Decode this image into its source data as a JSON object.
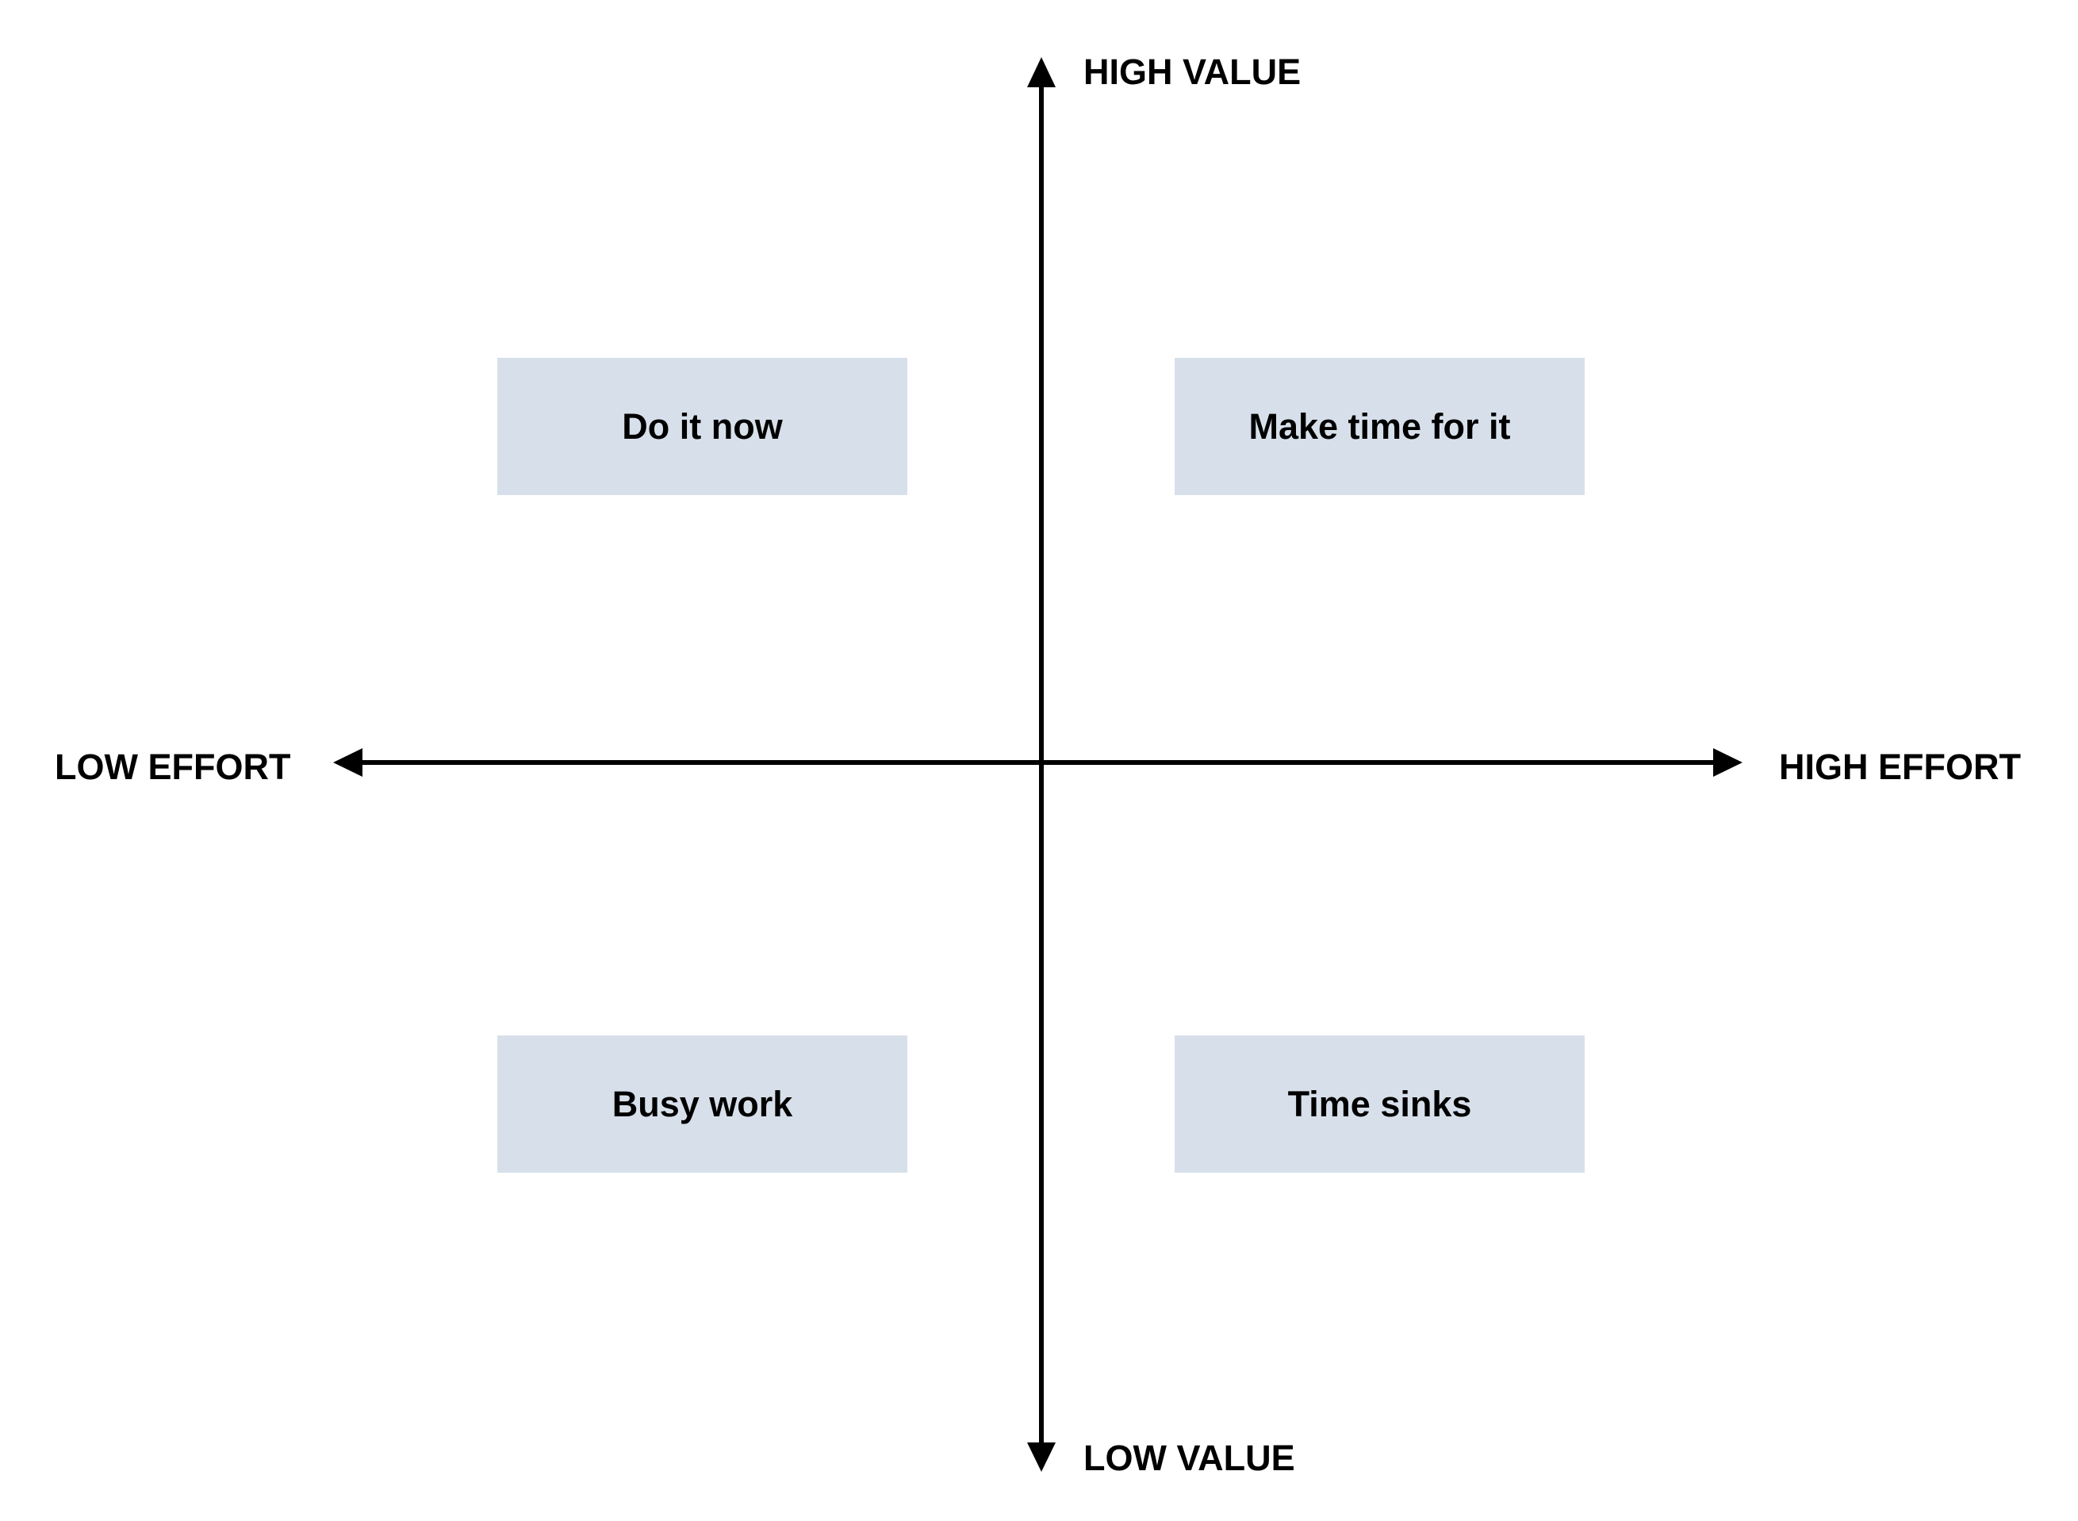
{
  "axes": {
    "top_label": "HIGH VALUE",
    "bottom_label": "LOW VALUE",
    "left_label": "LOW EFFORT",
    "right_label": "HIGH EFFORT"
  },
  "quadrants": {
    "top_left": "Do it now",
    "top_right": "Make time for it",
    "bottom_left": "Busy work",
    "bottom_right": "Time sinks"
  },
  "colors": {
    "box_fill": "#d7e0ea",
    "axis": "#000000",
    "background": "#ffffff"
  }
}
